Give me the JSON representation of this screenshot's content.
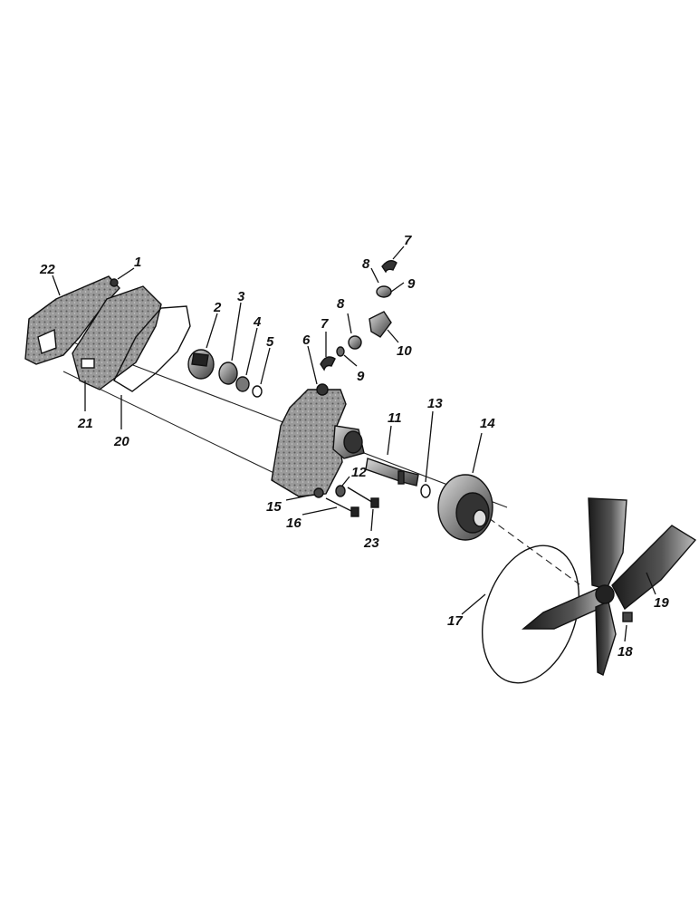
{
  "callouts": [
    "1",
    "2",
    "3",
    "4",
    "5",
    "6",
    "7",
    "8",
    "9",
    "10",
    "11",
    "12",
    "13",
    "14",
    "15",
    "16",
    "17",
    "18",
    "19",
    "20",
    "21",
    "22",
    "23",
    "7",
    "8",
    "9"
  ],
  "colors": {
    "ink": "#111111",
    "metal": "#8a8a8a",
    "dark": "#2a2a2a",
    "background": "#ffffff"
  }
}
